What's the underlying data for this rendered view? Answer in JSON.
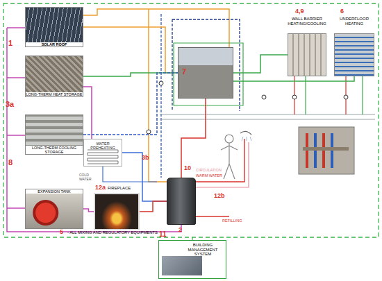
{
  "diagram": {
    "nodes": [
      {
        "text": [
          "SOLAR ROOF"
        ]
      },
      {
        "text": [
          "LONG-THERM HEAT STORAGE"
        ]
      },
      {
        "text": [
          "LONG-THERM COOLING STORAGE"
        ]
      },
      {
        "text": [
          "WATER PREHEATING"
        ]
      },
      {
        "text": [
          "EXPANSION TANK"
        ]
      },
      {
        "text": [
          "12a",
          "FIREPLACE"
        ]
      },
      {
        "text": [
          "2"
        ]
      },
      {
        "text": [
          "7"
        ]
      },
      {
        "text": [
          "4,9",
          "WALL BARRIER HEATING/COOLING"
        ]
      },
      {
        "text": [
          "6",
          "UNDERFLOOR HEATING"
        ]
      },
      {
        "text": [
          "11",
          "BUILDING MANAGEMENT SYSTEM"
        ]
      }
    ],
    "edges": [
      {
        "from": 0,
        "to": 7,
        "arrow": "none"
      },
      {
        "from": 1,
        "to": 7,
        "arrow": "none"
      },
      {
        "from": 2,
        "to": 7,
        "arrow": "none"
      },
      {
        "from": 7,
        "to": 8,
        "arrow": "none"
      },
      {
        "from": 7,
        "to": 9,
        "arrow": "none"
      },
      {
        "from": 3,
        "to": 6,
        "arrow": "none"
      },
      {
        "from": 5,
        "to": 6,
        "arrow": "none"
      },
      {
        "from": 4,
        "to": 5,
        "arrow": "none"
      },
      {
        "from": 6,
        "to": 7,
        "arrow": "none"
      }
    ],
    "labels": [
      "1",
      "3a",
      "8",
      "3b",
      "COLD WATER",
      "CIRCULATION",
      "WARM WATER",
      "10",
      "12b",
      "REFILLING",
      "5",
      "- ALL MIXING AND REGULATORY EQUIPMENTS"
    ]
  }
}
